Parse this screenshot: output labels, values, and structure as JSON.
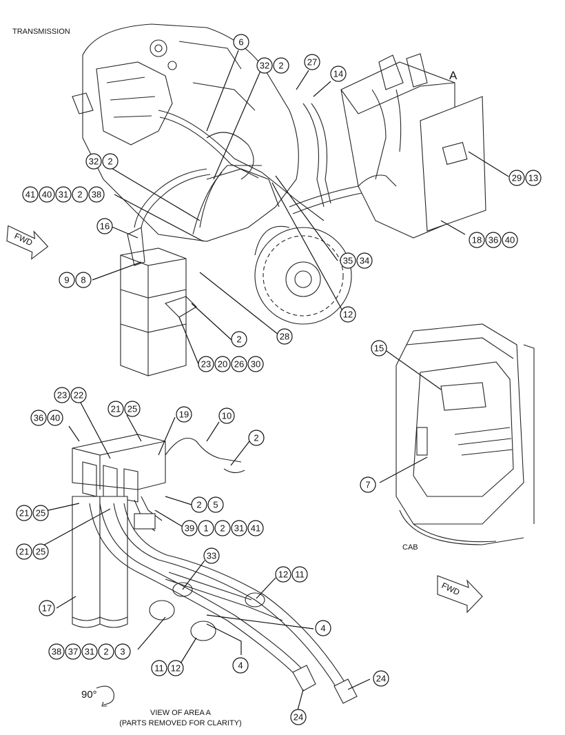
{
  "labels": {
    "transmission": "TRANSMISSION",
    "cab": "CAB",
    "area_letter": "A",
    "fwd_top": "FWD",
    "fwd_right": "FWD",
    "rotation": "90°",
    "view_line1": "VIEW OF AREA A",
    "view_line2": "(PARTS REMOVED FOR CLARITY)"
  },
  "callouts": {
    "c6": [
      "6"
    ],
    "c32_2_top": [
      "32",
      "2"
    ],
    "c27": [
      "27"
    ],
    "c14": [
      "14"
    ],
    "c32_2_mid": [
      "32",
      "2"
    ],
    "c41_40_31_2_38": [
      "41",
      "40",
      "31",
      "2",
      "38"
    ],
    "c16": [
      "16"
    ],
    "c9_8": [
      "9",
      "8"
    ],
    "c29_13": [
      "29",
      "13"
    ],
    "c18_36_40": [
      "18",
      "36",
      "40"
    ],
    "c35_34": [
      "35",
      "34"
    ],
    "c12_mid": [
      "12"
    ],
    "c28": [
      "28"
    ],
    "c2_mid": [
      "2"
    ],
    "c23_20_26_30": [
      "23",
      "20",
      "26",
      "30"
    ],
    "c15": [
      "15"
    ],
    "c7": [
      "7"
    ],
    "c23_22": [
      "23",
      "22"
    ],
    "c36_40": [
      "36",
      "40"
    ],
    "c21_25_top": [
      "21",
      "25"
    ],
    "c19": [
      "19"
    ],
    "c10": [
      "10"
    ],
    "c2_right": [
      "2"
    ],
    "c2_5": [
      "2",
      "5"
    ],
    "c39_1_2_31_41": [
      "39",
      "1",
      "2",
      "31",
      "41"
    ],
    "c21_25_a": [
      "21",
      "25"
    ],
    "c21_25_b": [
      "21",
      "25"
    ],
    "c33": [
      "33"
    ],
    "c12_11": [
      "12",
      "11"
    ],
    "c17": [
      "17"
    ],
    "c4_a": [
      "4"
    ],
    "c4_b": [
      "4"
    ],
    "c38_37_31_2_3": [
      "38",
      "37",
      "31",
      "2",
      "3"
    ],
    "c11_12": [
      "11",
      "12"
    ],
    "c24_a": [
      "24"
    ],
    "c24_b": [
      "24"
    ]
  }
}
